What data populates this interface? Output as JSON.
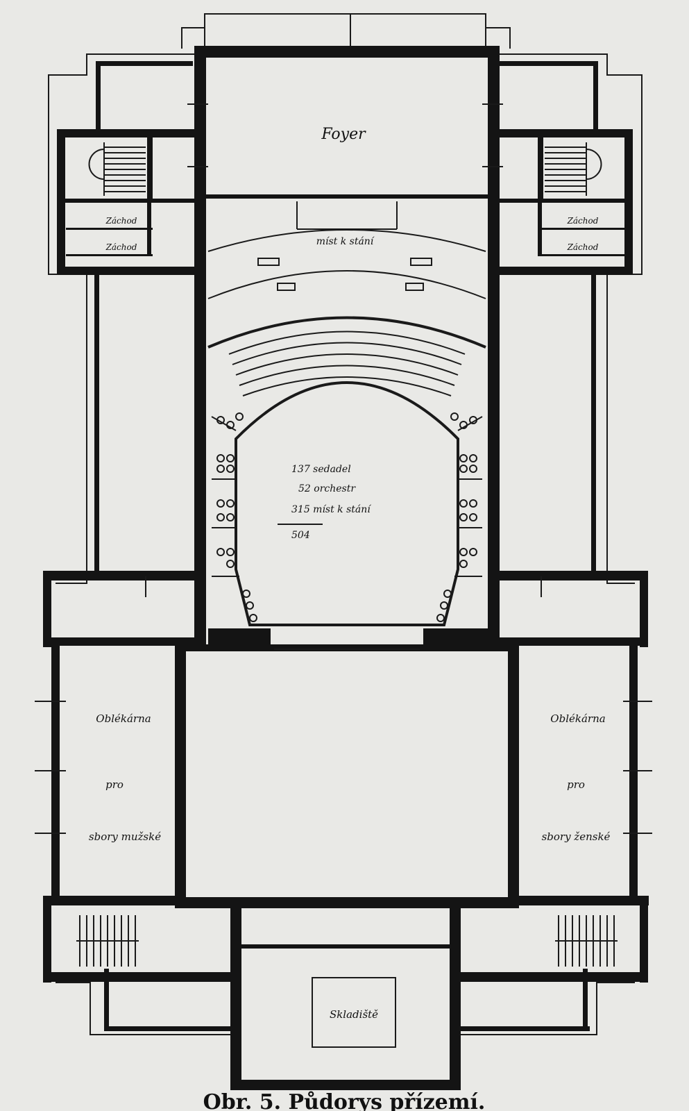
{
  "rooms": {
    "foyer": "Foyer",
    "standing_top": "míst k stání",
    "wc_left_1": "Záchod",
    "wc_left_2": "Záchod",
    "wc_right_1": "Záchod",
    "wc_right_2": "Záchod",
    "dressing_left": [
      "Oblékárna",
      "pro",
      "sbory mužské"
    ],
    "dressing_right": [
      "Oblékárna",
      "pro",
      "sbory ženské"
    ],
    "storage": "Skladiště"
  },
  "capacity": {
    "seats": "137 sedadel",
    "orchestra": "52 orchestr",
    "standing": "315 míst k stání",
    "total": "504"
  },
  "caption": "Obr. 5. Půdorys přízemí."
}
